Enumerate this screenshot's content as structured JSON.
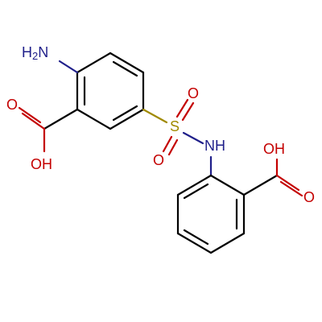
{
  "molecule": {
    "atoms": {
      "amine": "H2N",
      "amine_h": "H",
      "amine_sub": "2",
      "amine_n": "N",
      "acid1_o_top": "O",
      "acid1_oh": "OH",
      "sulfur": "S",
      "sulfonyl_o_top": "O",
      "sulfonyl_o_bottom": "O",
      "imine": "NH",
      "acid2_oh": "OH",
      "acid2_o": "O"
    },
    "colors": {
      "bond": "#000000",
      "oxygen": "#c40000",
      "nitrogen": "#1f1f8a",
      "sulfur": "#a08a00"
    }
  }
}
